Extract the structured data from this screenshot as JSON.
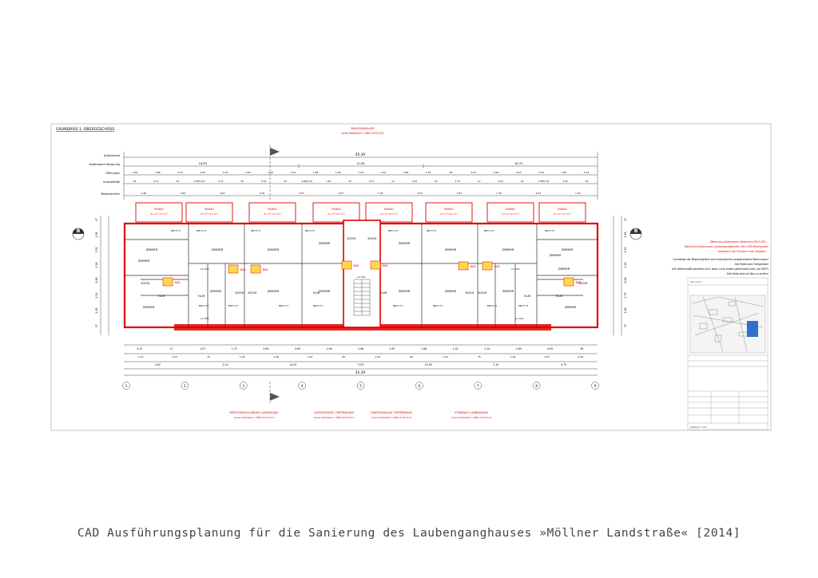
{
  "sheet": {
    "plan_title": "GRUNDRISS 1. OBERGESCHOSS",
    "top_note": {
      "title": "BALKONANLAGE",
      "ref": "siehe Detailplan L-HBG-5-DT-5/11"
    },
    "dims": {
      "aussenwand": "45.39",
      "vorsprung": [
        "16.83",
        "11.84",
        "16.72"
      ],
      "oeffnungen": [
        "3.49",
        "1.86",
        "2.23",
        "2.63",
        "2.93",
        "2.63",
        "1.06",
        "1.51",
        "1.86",
        "1.24",
        "1.04",
        "1.24",
        "1.86",
        "1.51",
        "98",
        "2.63",
        "3.00",
        "2.63",
        "2.26",
        "1.85",
        "3.34"
      ],
      "innenwande": [
        "18",
        "2.13",
        "12",
        "2.08/1.34",
        "5.31",
        "25",
        "5.34",
        "25",
        "2.08/1.34",
        "1.24",
        "25",
        "2.73",
        "12",
        "2.44",
        "25",
        "2.73",
        "12",
        "2.62",
        "22",
        "2.08/1.34",
        "3.20",
        "18"
      ],
      "balkonachsen": [
        "1.46",
        "4.67",
        "4.67",
        "1.30",
        "4.67",
        "4.67",
        "1.30",
        "4.67",
        "4.67",
        "1.30",
        "4.67",
        "1.35"
      ],
      "bottom_1": [
        "4.11",
        "17",
        "1.07",
        "1.37",
        "2.69",
        "2.63",
        "1.08",
        "2.96",
        "2.67",
        "1.08",
        "1.42",
        "1.14",
        "2.89",
        "4.05",
        "36"
      ],
      "bottom_2": [
        "5.12",
        "1.53",
        "76",
        "1.04",
        "1.28",
        "1.54",
        "80",
        "1.93",
        "80",
        "1.54",
        "76",
        "1.04",
        "1.53",
        "4.96"
      ],
      "bottom_3": [
        "4.92",
        "2.10",
        "14.03",
        "3.53",
        "14.03",
        "2.10",
        "4.75"
      ],
      "total_bottom": "45.39",
      "left_heights": [
        "47",
        "1.98",
        "3.92",
        "1.38",
        "9.88",
        "2.51",
        "1.89",
        "37"
      ],
      "right_heights": [
        "47",
        "1.98",
        "3.92",
        "1.38",
        "9.88",
        "2.79",
        "1.89",
        "37"
      ]
    },
    "row_labels": [
      "Außenwand",
      "Außenwand Vorsprung",
      "Öffnungen",
      "Innenwände",
      "Balkonachsen"
    ],
    "balconies": [
      "Balkon",
      "Balkon",
      "Balkon",
      "Balkon",
      "Balkon",
      "Balkon",
      "Balkon",
      "Balkon"
    ],
    "balcony_area": "8.1 m² (4.5 m²)",
    "section_marker": "B",
    "axis_numbers": [
      "1",
      "2",
      "3",
      "4",
      "5",
      "6",
      "7",
      "8",
      "9"
    ],
    "rooms": {
      "zimmer": "ZIMMER",
      "kueche": "KÜCHE",
      "bad": "BAD",
      "flur": "FLUR",
      "brh": "BRH 0.73",
      "hoehe": "+2.70m"
    },
    "bottom_notes": [
      {
        "title": "BRÜSTUNGSGELÄNDER LAUBENGANG",
        "ref": "siehe Detailplan L-HBG-5-DT-3/11"
      },
      {
        "title": "FLIESENSPIEGEL TREPPENHAUS",
        "ref": "siehe Detailplan L-HBG-5-DT-5/11"
      },
      {
        "title": "FENSTERANLAGE TREPPENHAUS",
        "ref": "siehe Detailplan L-HBG-5-DT-2/11"
      },
      {
        "title": "STIRNDACH LAUBENGANG",
        "ref": "siehe Detailplan L-HBG-5-DT-6/11"
      }
    ],
    "legend_red": [
      "Dämmung Außenwand (allgemein) WLG 040 ...",
      "Dämmung Außenwand (Laubengangbereich) WLG 035 Mineralwolle",
      "Austausch von Fenstern nach Vorgabe ..."
    ],
    "legend_black": [
      "Grundlage der Bestandspläne sind exemplarisch aufgemessene Wohnungen!",
      "Alle Maße sind Fertigmaße!",
      "Alle Höhenmaße beziehen sich, wenn nicht anders gekennzeichnet, auf OKFF!",
      "Alle Maße sind am Bau zu prüfen!"
    ],
    "title_block": {
      "header": "Planinhalt",
      "footer": "Maßstab 1:100"
    }
  },
  "caption": "CAD Ausführungsplanung für die Sanierung des Laubenganghauses »Möllner Landstraße« [2014]"
}
